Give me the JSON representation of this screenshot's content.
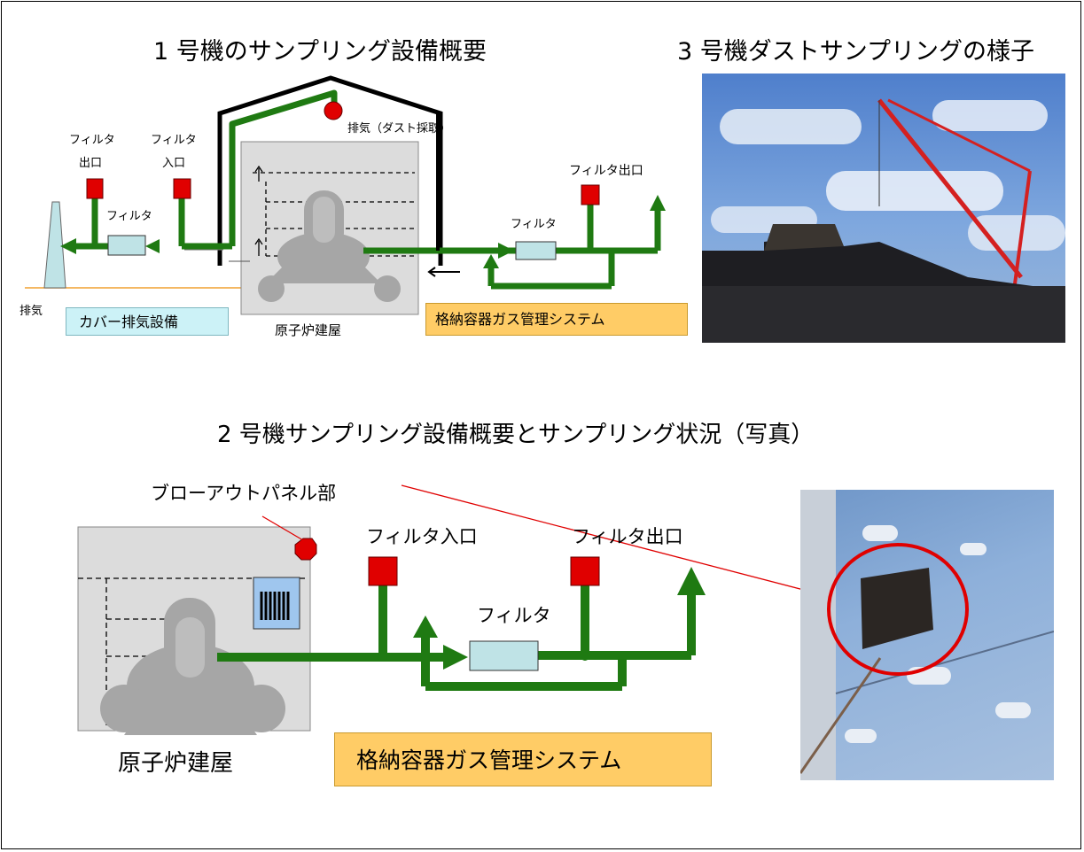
{
  "unit1": {
    "title": "1 号機のサンプリング設備概要",
    "exhaust_sampling": "排気（ダスト採取）",
    "filter_outlet_left_line1": "フィルタ",
    "filter_outlet_left_line2": "出口",
    "filter_inlet_left_line1": "フィルタ",
    "filter_inlet_left_line2": "入口",
    "filter_left": "フィルタ",
    "filter_right": "フィルタ",
    "filter_outlet_right": "フィルタ出口",
    "exhaust": "排気",
    "cover_exhaust_system": "カバー排気設備",
    "reactor_building": "原子炉建屋",
    "pcv_gas_system": "格納容器ガス管理システム"
  },
  "unit3": {
    "title": "3 号機ダストサンプリングの様子"
  },
  "unit2": {
    "title": "2 号機サンプリング設備概要とサンプリング状況（写真）",
    "blowout_panel": "ブローアウトパネル部",
    "filter_inlet": "フィルタ入口",
    "filter_outlet": "フィルタ出口",
    "filter": "フィルタ",
    "reactor_building": "原子炉建屋",
    "pcv_gas_system": "格納容器ガス管理システム"
  },
  "colors": {
    "pipe": "#1f7a12",
    "sampler": "#e00000",
    "filter": "#bfe3e6",
    "cover_label_bg": "#ccf2f7",
    "pcv_label_bg": "#ffcc66",
    "building": "#dcdcdc",
    "vessel": "#a6a6a6",
    "pointer_line": "#e00000"
  }
}
